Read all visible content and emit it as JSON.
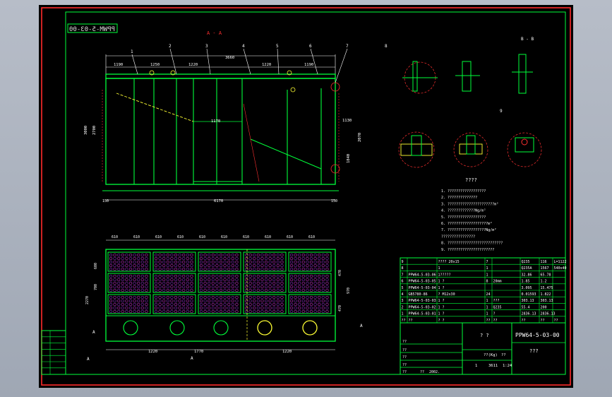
{
  "drawing": {
    "code_stamp": "PPWM-5-03-00",
    "section_label": "A - A",
    "views": {
      "section_b_label": "B - B",
      "notes_title": "????"
    },
    "balloons": [
      "1",
      "2",
      "3",
      "4",
      "5",
      "6",
      "7",
      "8",
      "9"
    ],
    "dims_top": [
      "1190",
      "1250",
      "1220",
      "3660",
      "1220",
      "1190"
    ],
    "dims_side": [
      "3000",
      "2700",
      "1130",
      "1170",
      "1840",
      "2070"
    ],
    "dim_bottom_total": "6170",
    "dim_bottom_ends": [
      "150",
      "150"
    ],
    "dims_plan_top": [
      "610",
      "610",
      "610",
      "610",
      "610",
      "610",
      "610",
      "610",
      "610",
      "610"
    ],
    "dims_plan_bottom": [
      "1220",
      "1770",
      "1220"
    ],
    "dims_plan_left": [
      "600",
      "700",
      "2270"
    ],
    "dims_plan_right": [
      "470",
      "970",
      "470"
    ],
    "section_marks": [
      "A",
      "A",
      "A",
      "A"
    ],
    "notes": [
      "1. ??????????????????",
      "2. ??????????????",
      "3. ??????????????????????m²",
      "4. ?????????????Ng/m²",
      "5. ??????????????????",
      "6. ???????????????????m²",
      "7. ??????????????????Ng/m²",
      "   ????????????????",
      "8. ??????????????????????????",
      "9. ??????????????????????"
    ],
    "bom": [
      [
        "9",
        "",
        "???? 20x15",
        "7",
        "",
        "Q235",
        "116",
        "L=1122"
      ],
      [
        "8",
        "",
        "1",
        "1",
        "",
        "Q235A",
        "1567",
        "540x40"
      ],
      [
        "7",
        "PPW64-5-03-06",
        "1?????",
        "1",
        "",
        "32.86",
        "65.78",
        ""
      ],
      [
        "6",
        "PPW64-5-03-05",
        "1 ?",
        "8",
        "20mm",
        "1.85",
        "1.2",
        ""
      ],
      [
        "5",
        "PPW64-5-03-04",
        "1 ?",
        "",
        "",
        "3.095",
        "15.475",
        ""
      ],
      [
        "4",
        "GB5780-86",
        "? M12x30",
        "24",
        "",
        "0.01593",
        "1.822",
        ""
      ],
      [
        "3",
        "PPW64-5-03-03",
        "1 ?",
        "1",
        "???",
        "303.13",
        "303.13",
        ""
      ],
      [
        "2",
        "PPW64-5-03-02",
        "1 ?",
        "1",
        "Q235",
        "55.4",
        "200",
        ""
      ],
      [
        "1",
        "PPW64-5-03-01",
        "1 ?",
        "1",
        "?",
        "2836.13",
        "2836.13",
        ""
      ],
      [
        "??",
        "??",
        "? ?",
        "??",
        "??",
        "??",
        "??",
        "??"
      ]
    ],
    "title_block": {
      "drawing_no": "PPW64-5-03-00",
      "name": "???",
      "center_label": "? ?",
      "weight_label": "??(Kg)",
      "scale_label": "??",
      "sheet_count": "1",
      "mass": "3611",
      "scale": "1:24",
      "designer_label": "??",
      "date_label": "2002.",
      "left_rows": [
        "??",
        "??",
        "??",
        "??",
        "??",
        "??"
      ]
    }
  }
}
